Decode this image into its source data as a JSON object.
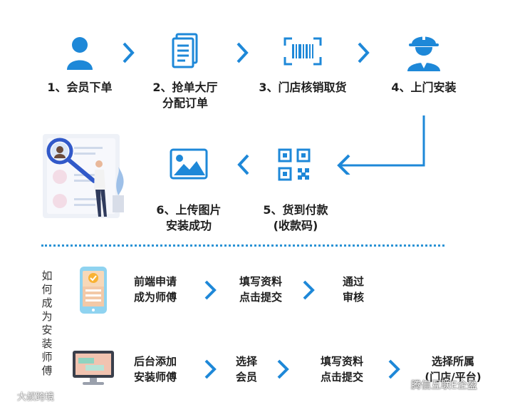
{
  "flow": {
    "step1": "1、会员下单",
    "step2_line1": "2、抢单大厅",
    "step2_line2": "分配订单",
    "step3": "3、门店核销取货",
    "step4": "4、上门安装",
    "step5_line1": "5、货到付款",
    "step5_line2": "(收款码)",
    "step6_line1": "6、上传图片",
    "step6_line2": "安装成功"
  },
  "become_master": {
    "vertical_title": [
      "如",
      "何",
      "成",
      "为",
      "安",
      "装",
      "师",
      "傅"
    ],
    "row1": {
      "box1_line1": "前端申请",
      "box1_line2": "成为师傅",
      "box2_line1": "填写资料",
      "box2_line2": "点击提交",
      "box3_line1": "通过",
      "box3_line2": "审核"
    },
    "row2": {
      "box1_line1": "后台添加",
      "box1_line2": "安装师傅",
      "box2_line1": "选择",
      "box2_line2": "会员",
      "box3_line1": "填写资料",
      "box3_line2": "点击提交",
      "box4_line1": "选择所属",
      "box4_line2": "(门店/平台)"
    }
  },
  "watermarks": {
    "left": "大叔跨境",
    "right": "腾信互联E企盈"
  },
  "colors": {
    "accent": "#1e88d8",
    "dotted_line": "#2a93d5"
  }
}
